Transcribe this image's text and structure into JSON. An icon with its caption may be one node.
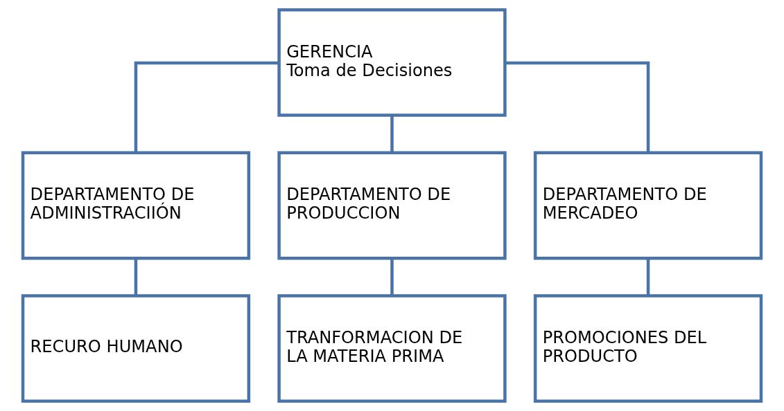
{
  "diagram": {
    "nodes": [
      {
        "text": [
          "GERENCIA",
          "Toma de Decisiones"
        ]
      },
      {
        "text": [
          "DEPARTAMENTO DE ADMINISTRACIIÓN"
        ]
      },
      {
        "text": [
          "DEPARTAMENTO DE PRODUCCION"
        ]
      },
      {
        "text": [
          "DEPARTAMENTO DE MERCADEO"
        ]
      },
      {
        "text": [
          "RECURO HUMANO"
        ]
      },
      {
        "text": [
          "TRANFORMACION DE LA MATERIA PRIMA"
        ]
      },
      {
        "text": [
          "PROMOCIONES DEL PRODUCTO"
        ]
      }
    ],
    "edges": [
      {
        "from": 0,
        "to": 1,
        "arrow": "none"
      },
      {
        "from": 0,
        "to": 2,
        "arrow": "none"
      },
      {
        "from": 0,
        "to": 3,
        "arrow": "none"
      },
      {
        "from": 1,
        "to": 4,
        "arrow": "none"
      },
      {
        "from": 2,
        "to": 5,
        "arrow": "none"
      },
      {
        "from": 3,
        "to": 6,
        "arrow": "none"
      }
    ]
  }
}
